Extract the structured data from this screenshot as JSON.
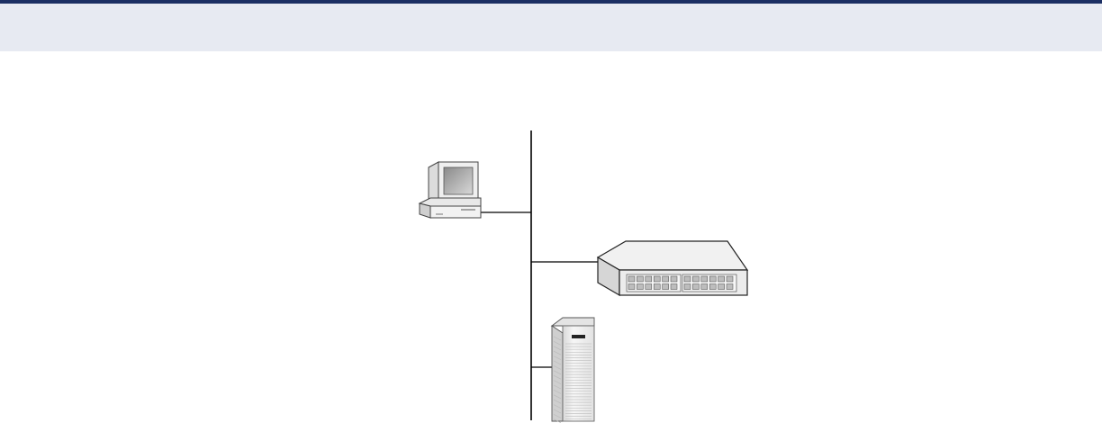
{
  "diagram": {
    "nodes": [
      {
        "id": "pc",
        "kind": "desktop-computer",
        "icon": "desktop-computer-icon"
      },
      {
        "id": "switch",
        "kind": "network-switch",
        "icon": "network-switch-icon"
      },
      {
        "id": "server",
        "kind": "tower-server",
        "icon": "tower-server-icon"
      }
    ],
    "edges": [
      {
        "from": "pc",
        "to": "backbone"
      },
      {
        "from": "switch",
        "to": "backbone"
      },
      {
        "from": "server",
        "to": "backbone"
      }
    ]
  }
}
